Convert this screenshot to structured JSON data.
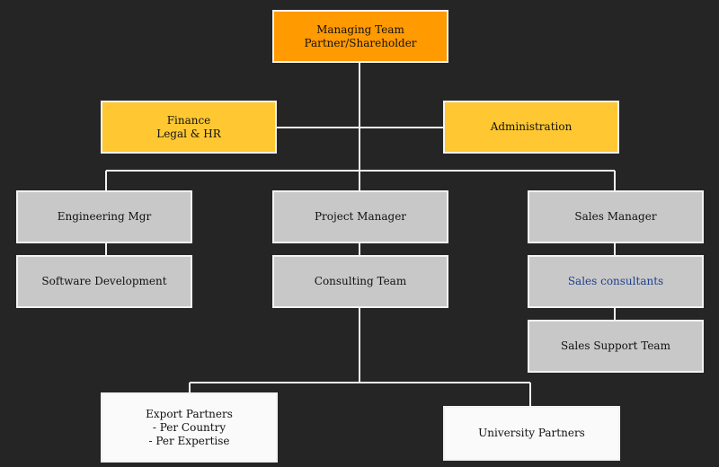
{
  "org_chart": {
    "managing_team": "Managing Team\nPartner/Shareholder",
    "finance": "Finance\nLegal & HR",
    "administration": "Administration",
    "engineering_mgr": "Engineering Mgr",
    "project_manager": "Project Manager",
    "sales_manager": "Sales Manager",
    "software_development": "Software Development",
    "consulting_team": "Consulting Team",
    "sales_consultants": "Sales consultants",
    "sales_support_team": "Sales Support Team",
    "export_partners": "Export Partners\n- Per Country\n- Per Expertise",
    "university_partners": "University Partners"
  },
  "colors": {
    "background": "#252525",
    "top": "#ff9a00",
    "support": "#ffc832",
    "department": "#c8c8c8",
    "partner": "#fafafa",
    "line": "#f2f2f2",
    "highlight_text": "#1f3f8f"
  }
}
